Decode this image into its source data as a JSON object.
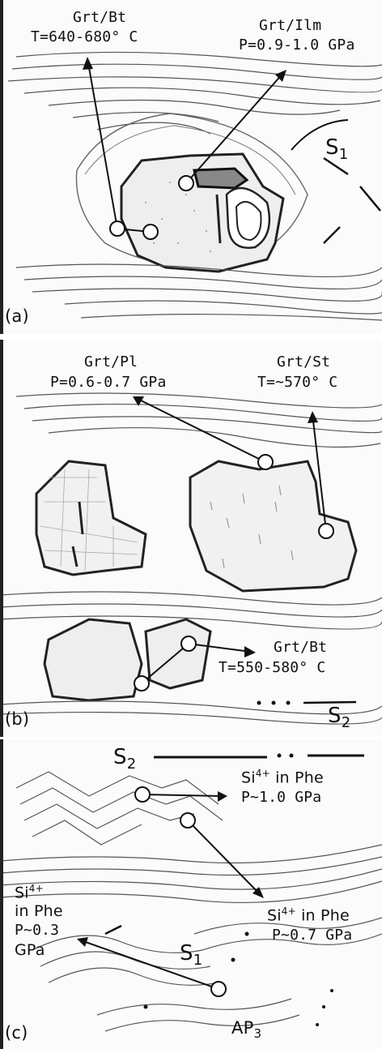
{
  "panels": {
    "a": {
      "label": "(a)",
      "annot_left": {
        "mineral": "Grt/Bt",
        "value": "T=640-680° C"
      },
      "annot_right": {
        "mineral": "Grt/Ilm",
        "value": "P=0.9-1.0 GPa"
      },
      "foliation": "S",
      "foliation_sub": "1"
    },
    "b": {
      "label": "(b)",
      "annot_left": {
        "mineral": "Grt/Pl",
        "value": "P=0.6-0.7 GPa"
      },
      "annot_right": {
        "mineral": "Grt/St",
        "value": "T=~570° C"
      },
      "annot_bottom": {
        "mineral": "Grt/Bt",
        "value": "T=550-580° C"
      },
      "foliation": "S",
      "foliation_sub": "2"
    },
    "c": {
      "label": "(c)",
      "top_foliation": "S",
      "top_foliation_sub": "2",
      "annot_top": {
        "l1_a": "Si",
        "l1_sup": "4+",
        "l1_b": " in Phe",
        "l2": "P~1.0 GPa"
      },
      "annot_mid": {
        "l1_a": "Si",
        "l1_sup": "4+",
        "l1_b": " in Phe",
        "l2": "P~0.7 GPa"
      },
      "annot_left": {
        "l1_a": "Si",
        "l1_sup": "4+",
        "l2": "in Phe",
        "l3": "P~0.3",
        "l4": "GPa"
      },
      "mid_foliation": "S",
      "mid_foliation_sub": "1",
      "axial_plane": "AP",
      "axial_plane_sub": "3"
    }
  }
}
